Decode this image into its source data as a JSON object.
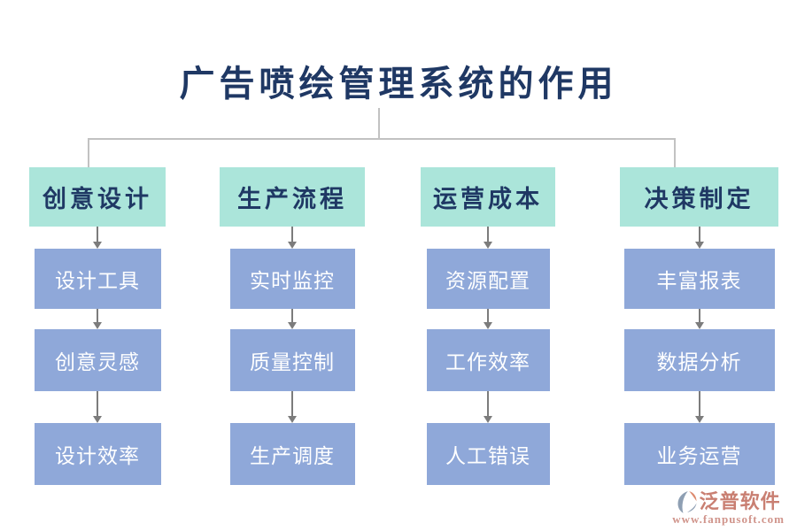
{
  "title": "广告喷绘管理系统的作用",
  "colors": {
    "canvas_bg": "#ffffff",
    "title_text": "#1f3864",
    "header_bg": "#abe5da",
    "header_text": "#1f3864",
    "box_bg": "#8fa8d9",
    "box_text": "#ffffff",
    "connector": "#c2c2c2",
    "arrow": "#7c7c7c",
    "watermark_text": "#c97f72",
    "watermark_url": "#d0948b",
    "logo_gray": "#8e9fb3",
    "logo_salmon": "#dd8a6e"
  },
  "columns": [
    {
      "header": "创意设计",
      "items": [
        "设计工具",
        "创意灵感",
        "设计效率"
      ]
    },
    {
      "header": "生产流程",
      "items": [
        "实时监控",
        "质量控制",
        "生产调度"
      ]
    },
    {
      "header": "运营成本",
      "items": [
        "资源配置",
        "工作效率",
        "人工错误"
      ]
    },
    {
      "header": "决策制定",
      "items": [
        "丰富报表",
        "数据分析",
        "业务运营"
      ]
    }
  ],
  "watermark": {
    "brand": "泛普软件",
    "url": "www.fanpusoft.com",
    "logo_icon": "fanpu-logo"
  }
}
